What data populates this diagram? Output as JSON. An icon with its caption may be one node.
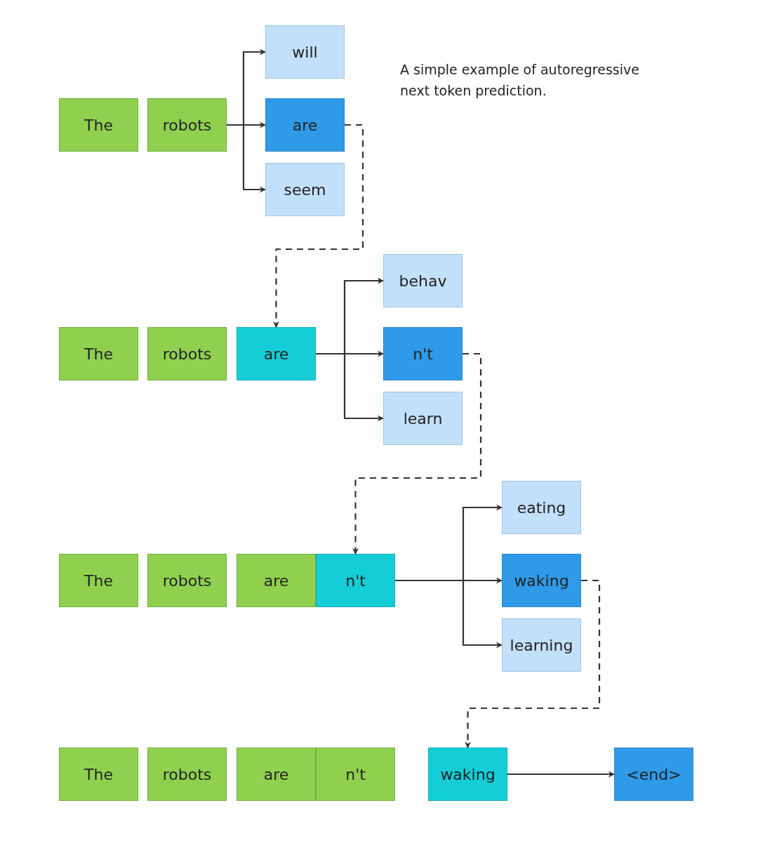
{
  "diagram": {
    "title": "A simple example of autoregressive next token prediction.",
    "nodes": [
      {
        "text": [
          "The"
        ]
      },
      {
        "text": [
          "robots"
        ]
      },
      {
        "text": [
          "will"
        ]
      },
      {
        "text": [
          "are"
        ]
      },
      {
        "text": [
          "seem"
        ]
      },
      {
        "text": [
          "The"
        ]
      },
      {
        "text": [
          "robots"
        ]
      },
      {
        "text": [
          "are"
        ]
      },
      {
        "text": [
          "behav"
        ]
      },
      {
        "text": [
          "n't"
        ]
      },
      {
        "text": [
          "learn"
        ]
      },
      {
        "text": [
          "The"
        ]
      },
      {
        "text": [
          "robots"
        ]
      },
      {
        "text": [
          "are"
        ]
      },
      {
        "text": [
          "n't"
        ]
      },
      {
        "text": [
          "eating"
        ]
      },
      {
        "text": [
          "waking"
        ]
      },
      {
        "text": [
          "learning"
        ]
      },
      {
        "text": [
          "The"
        ]
      },
      {
        "text": [
          "robots"
        ]
      },
      {
        "text": [
          "are"
        ]
      },
      {
        "text": [
          "n't"
        ]
      },
      {
        "text": [
          "waking"
        ]
      },
      {
        "text": [
          "<end>"
        ]
      }
    ],
    "edges": [
      {
        "from": 1,
        "to": 2,
        "arrow": "to"
      },
      {
        "from": 1,
        "to": 3,
        "arrow": "to"
      },
      {
        "from": 1,
        "to": 4,
        "arrow": "to"
      },
      {
        "from": 3,
        "to": 7,
        "arrow": "to",
        "style": "dashed"
      },
      {
        "from": 7,
        "to": 8,
        "arrow": "to"
      },
      {
        "from": 7,
        "to": 9,
        "arrow": "to"
      },
      {
        "from": 7,
        "to": 10,
        "arrow": "to"
      },
      {
        "from": 9,
        "to": 14,
        "arrow": "to",
        "style": "dashed"
      },
      {
        "from": 14,
        "to": 15,
        "arrow": "to"
      },
      {
        "from": 14,
        "to": 16,
        "arrow": "to"
      },
      {
        "from": 14,
        "to": 17,
        "arrow": "to"
      },
      {
        "from": 16,
        "to": 22,
        "arrow": "to",
        "style": "dashed"
      },
      {
        "from": 22,
        "to": 23,
        "arrow": "to"
      }
    ]
  }
}
